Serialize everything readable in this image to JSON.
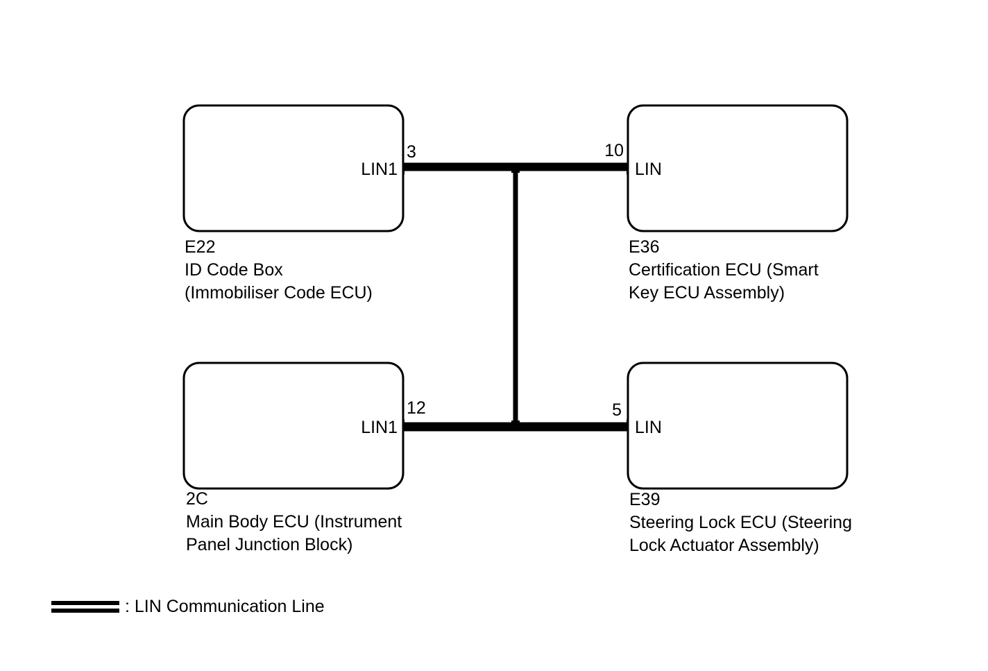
{
  "ecus": {
    "id_code_box": {
      "code": "E22",
      "name_line1": "ID Code Box",
      "name_line2": "(Immobiliser Code ECU)",
      "port": "LIN1",
      "pin": "3"
    },
    "certification_ecu": {
      "code": "E36",
      "name_line1": "Certification ECU (Smart",
      "name_line2": "Key ECU Assembly)",
      "port": "LIN",
      "pin": "10"
    },
    "main_body_ecu": {
      "code": "2C",
      "name_line1": "Main Body ECU (Instrument",
      "name_line2": "Panel Junction Block)",
      "port": "LIN1",
      "pin": "12"
    },
    "steering_lock_ecu": {
      "code": "E39",
      "name_line1": "Steering Lock ECU (Steering",
      "name_line2": "Lock Actuator Assembly)",
      "port": "LIN",
      "pin": "5"
    }
  },
  "legend": {
    "label": ": LIN Communication Line"
  }
}
